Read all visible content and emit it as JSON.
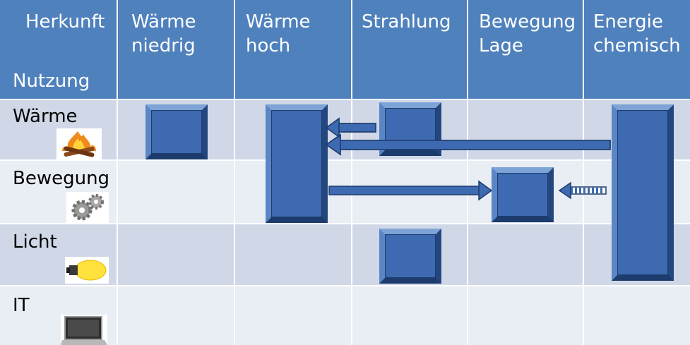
{
  "header": {
    "corner_top": "Herkunft",
    "corner_bottom": "Nutzung",
    "columns": [
      "Wärme\nniedrig",
      "Wärme\nhoch",
      "Strahlung",
      "Bewegung\nLage",
      "Energie\nchemisch"
    ]
  },
  "rows": [
    "Wärme",
    "Bewegung",
    "Licht",
    "IT"
  ],
  "icons": [
    "fire-icon",
    "gears-icon",
    "lightbulb-icon",
    "laptop-icon"
  ],
  "colors": {
    "header": "#4f81bd",
    "row_dark": "#d0d8e8",
    "row_light": "#e9edf4",
    "box": "#3d6ab0"
  }
}
